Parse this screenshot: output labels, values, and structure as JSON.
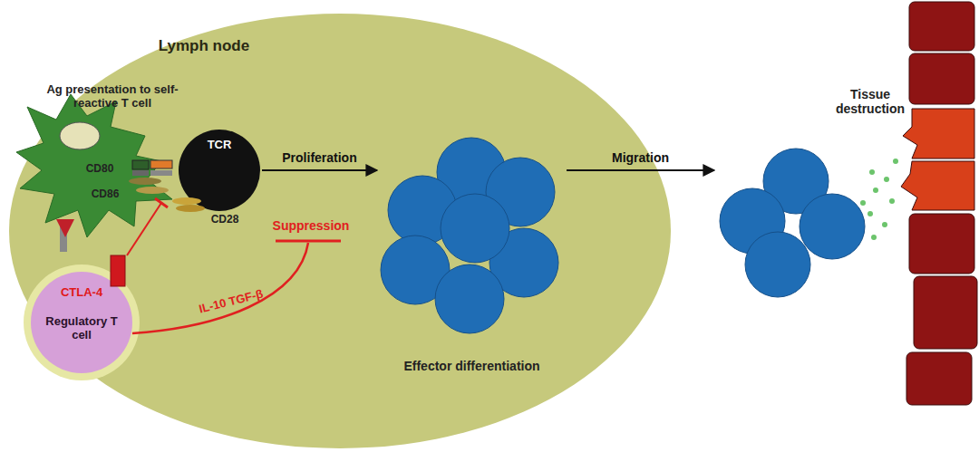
{
  "diagram": {
    "nodes": [
      {
        "text": [
          "Lymph node"
        ]
      },
      {
        "text": [
          "TCR"
        ],
        "in": 0
      },
      {
        "text": [
          "CTLA-4",
          "Regulatory T cell"
        ],
        "in": 0
      },
      {
        "text": [
          "Effector differentiation"
        ],
        "in": 0
      },
      {
        "text": [
          "Tissue destruction"
        ]
      }
    ],
    "edges": [
      {
        "from": 1,
        "to": 3,
        "arrow": "to",
        "label": "Proliferation"
      },
      {
        "from": 3,
        "to": 4,
        "arrow": "to",
        "label": "Migration"
      }
    ],
    "labels": [
      "Ag presentation to self-reactive T cell",
      "CD80",
      "CD86",
      "CD28",
      "Suppression",
      "IL-10 TGF-β"
    ]
  }
}
